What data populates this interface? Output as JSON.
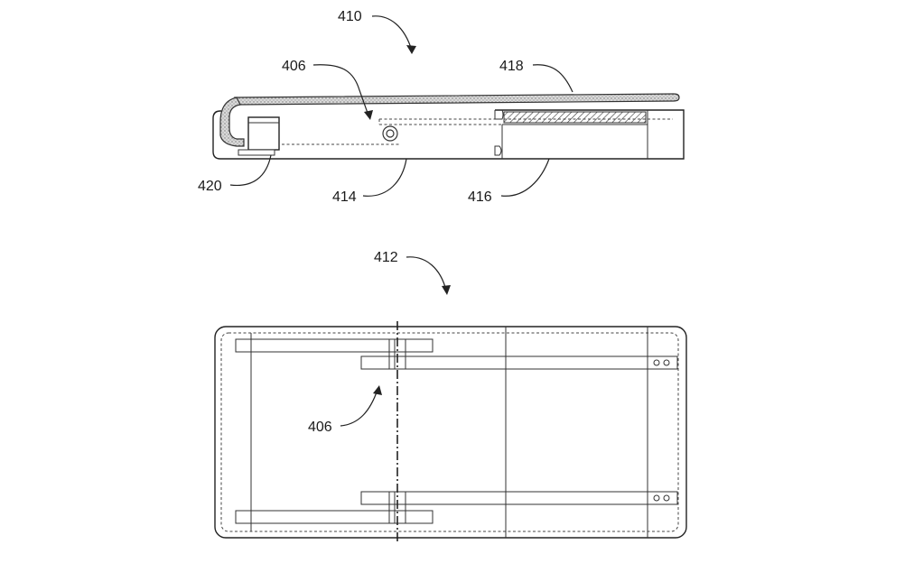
{
  "figure": {
    "labels": {
      "fig_side": "410",
      "hinge_top": "406",
      "cover": "418",
      "foot": "420",
      "chassis": "414",
      "dock": "416",
      "fig_bottom": "412",
      "hinge_bottom": "406"
    }
  }
}
